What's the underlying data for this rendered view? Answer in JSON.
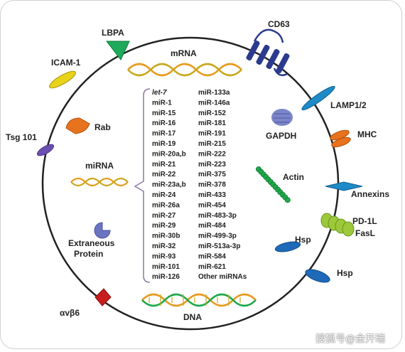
{
  "labels": {
    "lbpa": "LBPA",
    "cd63": "CD63",
    "icam1": "ICAM-1",
    "mrna": "mRNA",
    "lamp": "LAMP1/2",
    "rab": "Rab",
    "gapdh": "GAPDH",
    "mhc": "MHC",
    "tsg101": "Tsg 101",
    "mirna": "miRNA",
    "actin": "Actin",
    "annexins": "Annexins",
    "pd1l": "PD-1L",
    "fasl": "FasL",
    "extraneous_line1": "Extraneous",
    "extraneous_line2": "Protein",
    "hsp_inner": "Hsp",
    "hsp_outer": "Hsp",
    "avb6": "αvβ6",
    "dna": "DNA"
  },
  "mirna_list": {
    "left": [
      "let-7",
      "miR-1",
      "miR-15",
      "miR-16",
      "miR-17",
      "miR-19",
      "miR-20a,b",
      "miR-21",
      "miR-22",
      "miR-23a,b",
      "miR-24",
      "miR-26a",
      "miR-27",
      "miR-29",
      "miR-30b",
      "miR-32",
      "miR-93",
      "miR-101",
      "miR-126"
    ],
    "right": [
      "miR-133a",
      "miR-146a",
      "miR-152",
      "miR-181",
      "miR-191",
      "miR-215",
      "miR-222",
      "miR-223",
      "miR-375",
      "miR-378",
      "miR-433",
      "miR-454",
      "miR-483-3p",
      "miR-484",
      "miR-499-3p",
      "miR-513a-3p",
      "miR-584",
      "miR-621",
      "Other miRNAs"
    ]
  },
  "watermark": "搜狐号@金开瑞",
  "colors": {
    "membrane": "#222222",
    "lbpa": "#1eaa5a",
    "cd63": "#2b3a8c",
    "icam1": "#e8d21a",
    "lamp": "#1e8ac8",
    "rab": "#e8731e",
    "gapdh": "#7b86c8",
    "mhc": "#e8731e",
    "tsg101": "#6a4fb0",
    "actin": "#1fa84a",
    "annexins": "#1e8ac8",
    "pd1l": "#9cc83a",
    "hsp": "#1e6ab8",
    "avb6": "#c81e1e",
    "extraneous": "#6a74c0",
    "helix_a": "#e89a1e",
    "helix_b": "#c8a81e",
    "bracket": "#8a78a8"
  }
}
